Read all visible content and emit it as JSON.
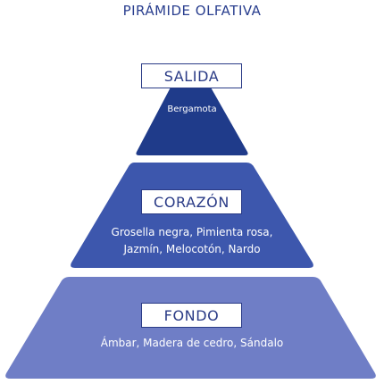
{
  "title": "PIRÁMIDE OLFATIVA",
  "colors": {
    "title": "#2a3f8f",
    "top": "#1f3b8a",
    "middle": "#3d57ad",
    "bottom": "#6f7ec6",
    "label_border": "#2a3b86",
    "label_text": "#2a3b86",
    "notes_text": "#ffffff"
  },
  "levels": {
    "top": {
      "label": "SALIDA",
      "notes": [
        "Bergamota"
      ]
    },
    "middle": {
      "label": "CORAZÓN",
      "notes": [
        "Grosella negra, Pimienta rosa,",
        "Jazmín, Melocotón, Nardo"
      ]
    },
    "bottom": {
      "label": "FONDO",
      "notes": [
        "Ámbar, Madera de cedro, Sándalo"
      ]
    }
  }
}
